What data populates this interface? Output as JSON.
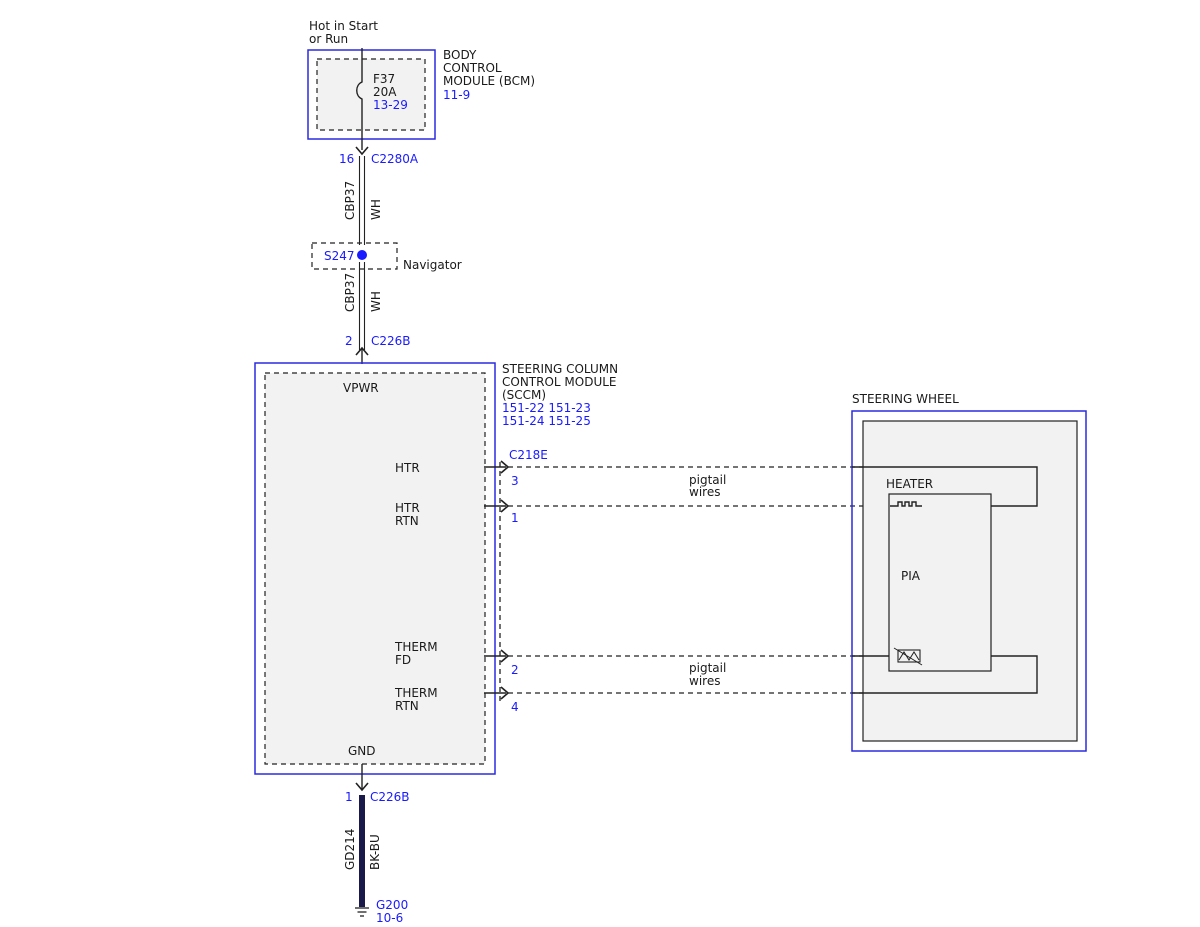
{
  "power": {
    "line1": "Hot in Start",
    "line2": "or Run"
  },
  "bcm": {
    "name1": "BODY",
    "name2": "CONTROL",
    "name3": "MODULE (BCM)",
    "ref": "11-9",
    "fuse": "F37",
    "rating": "20A",
    "fuse_ref": "13-29"
  },
  "conn_c2280a": {
    "pin": "16",
    "name": "C2280A"
  },
  "wire_top": {
    "circuit": "CBP37",
    "color": "WH"
  },
  "splice": {
    "id": "S247",
    "label": "Navigator"
  },
  "wire_mid": {
    "circuit": "CBP37",
    "color": "WH"
  },
  "conn_c226b_top": {
    "pin": "2",
    "name": "C226B"
  },
  "sccm": {
    "name1": "STEERING COLUMN",
    "name2": "CONTROL MODULE",
    "name3": "(SCCM)",
    "ref_line1": "151-22  151-23",
    "ref_line2": "151-24  151-25",
    "vpwr": "VPWR",
    "gnd": "GND",
    "htr": "HTR",
    "htr_rtn1": "HTR",
    "htr_rtn2": "RTN",
    "therm_fd1": "THERM",
    "therm_fd2": "FD",
    "therm_rtn1": "THERM",
    "therm_rtn2": "RTN"
  },
  "conn_c218e": {
    "name": "C218E",
    "pin_htr": "3",
    "pin_htr_rtn": "1",
    "pin_therm_fd": "2",
    "pin_therm_rtn": "4"
  },
  "pigtail_top": {
    "line1": "pigtail",
    "line2": "wires"
  },
  "pigtail_bottom": {
    "line1": "pigtail",
    "line2": "wires"
  },
  "wheel": {
    "title": "STEERING WHEEL",
    "heater": "HEATER",
    "pia": "PIA"
  },
  "conn_c226b_bottom": {
    "pin": "1",
    "name": "C226B"
  },
  "wire_ground": {
    "circuit": "GD214",
    "color": "BK-BU"
  },
  "ground": {
    "id": "G200",
    "ref": "10-6"
  },
  "colors": {
    "blue_text": "#1a1aff",
    "module_border": "#2a2ae0",
    "ground_wire": "#1a1a4a"
  }
}
